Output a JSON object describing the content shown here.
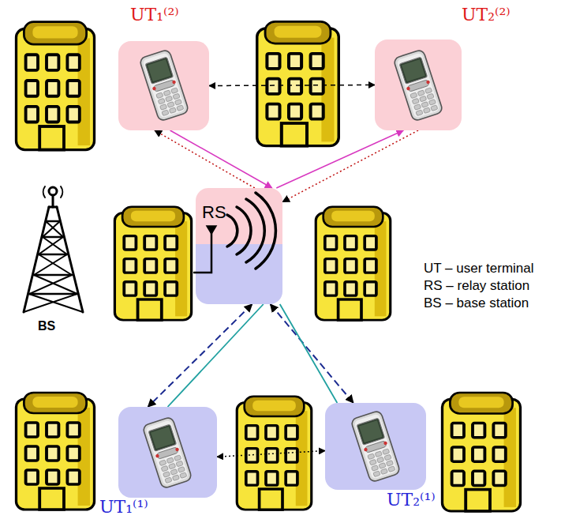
{
  "diagram": {
    "nodes": [
      {
        "text": [
          "UT₁⁽²⁾"
        ]
      },
      {
        "text": [
          "UT₂⁽²⁾"
        ]
      },
      {
        "text": [
          "RS"
        ]
      },
      {
        "text": [
          "UT₁⁽¹⁾"
        ]
      },
      {
        "text": [
          "UT₂⁽¹⁾"
        ]
      }
    ],
    "edges": [
      {
        "from": 0,
        "to": 1,
        "arrow": "both"
      },
      {
        "from": 0,
        "to": 2,
        "arrow": "to"
      },
      {
        "from": 2,
        "to": 0,
        "arrow": "to"
      },
      {
        "from": 2,
        "to": 1,
        "arrow": "to"
      },
      {
        "from": 1,
        "to": 2,
        "arrow": "to"
      },
      {
        "from": 3,
        "to": 4,
        "arrow": "both"
      },
      {
        "from": 2,
        "to": 3,
        "arrow": "both"
      },
      {
        "from": 2,
        "to": 4,
        "arrow": "both"
      },
      {
        "from": 3,
        "to": 2,
        "arrow": "none"
      },
      {
        "from": 2,
        "to": 4,
        "arrow": "none"
      }
    ],
    "labels": [
      "BS",
      "UT – user terminal",
      "RS – relay station",
      "BS – base station"
    ]
  }
}
